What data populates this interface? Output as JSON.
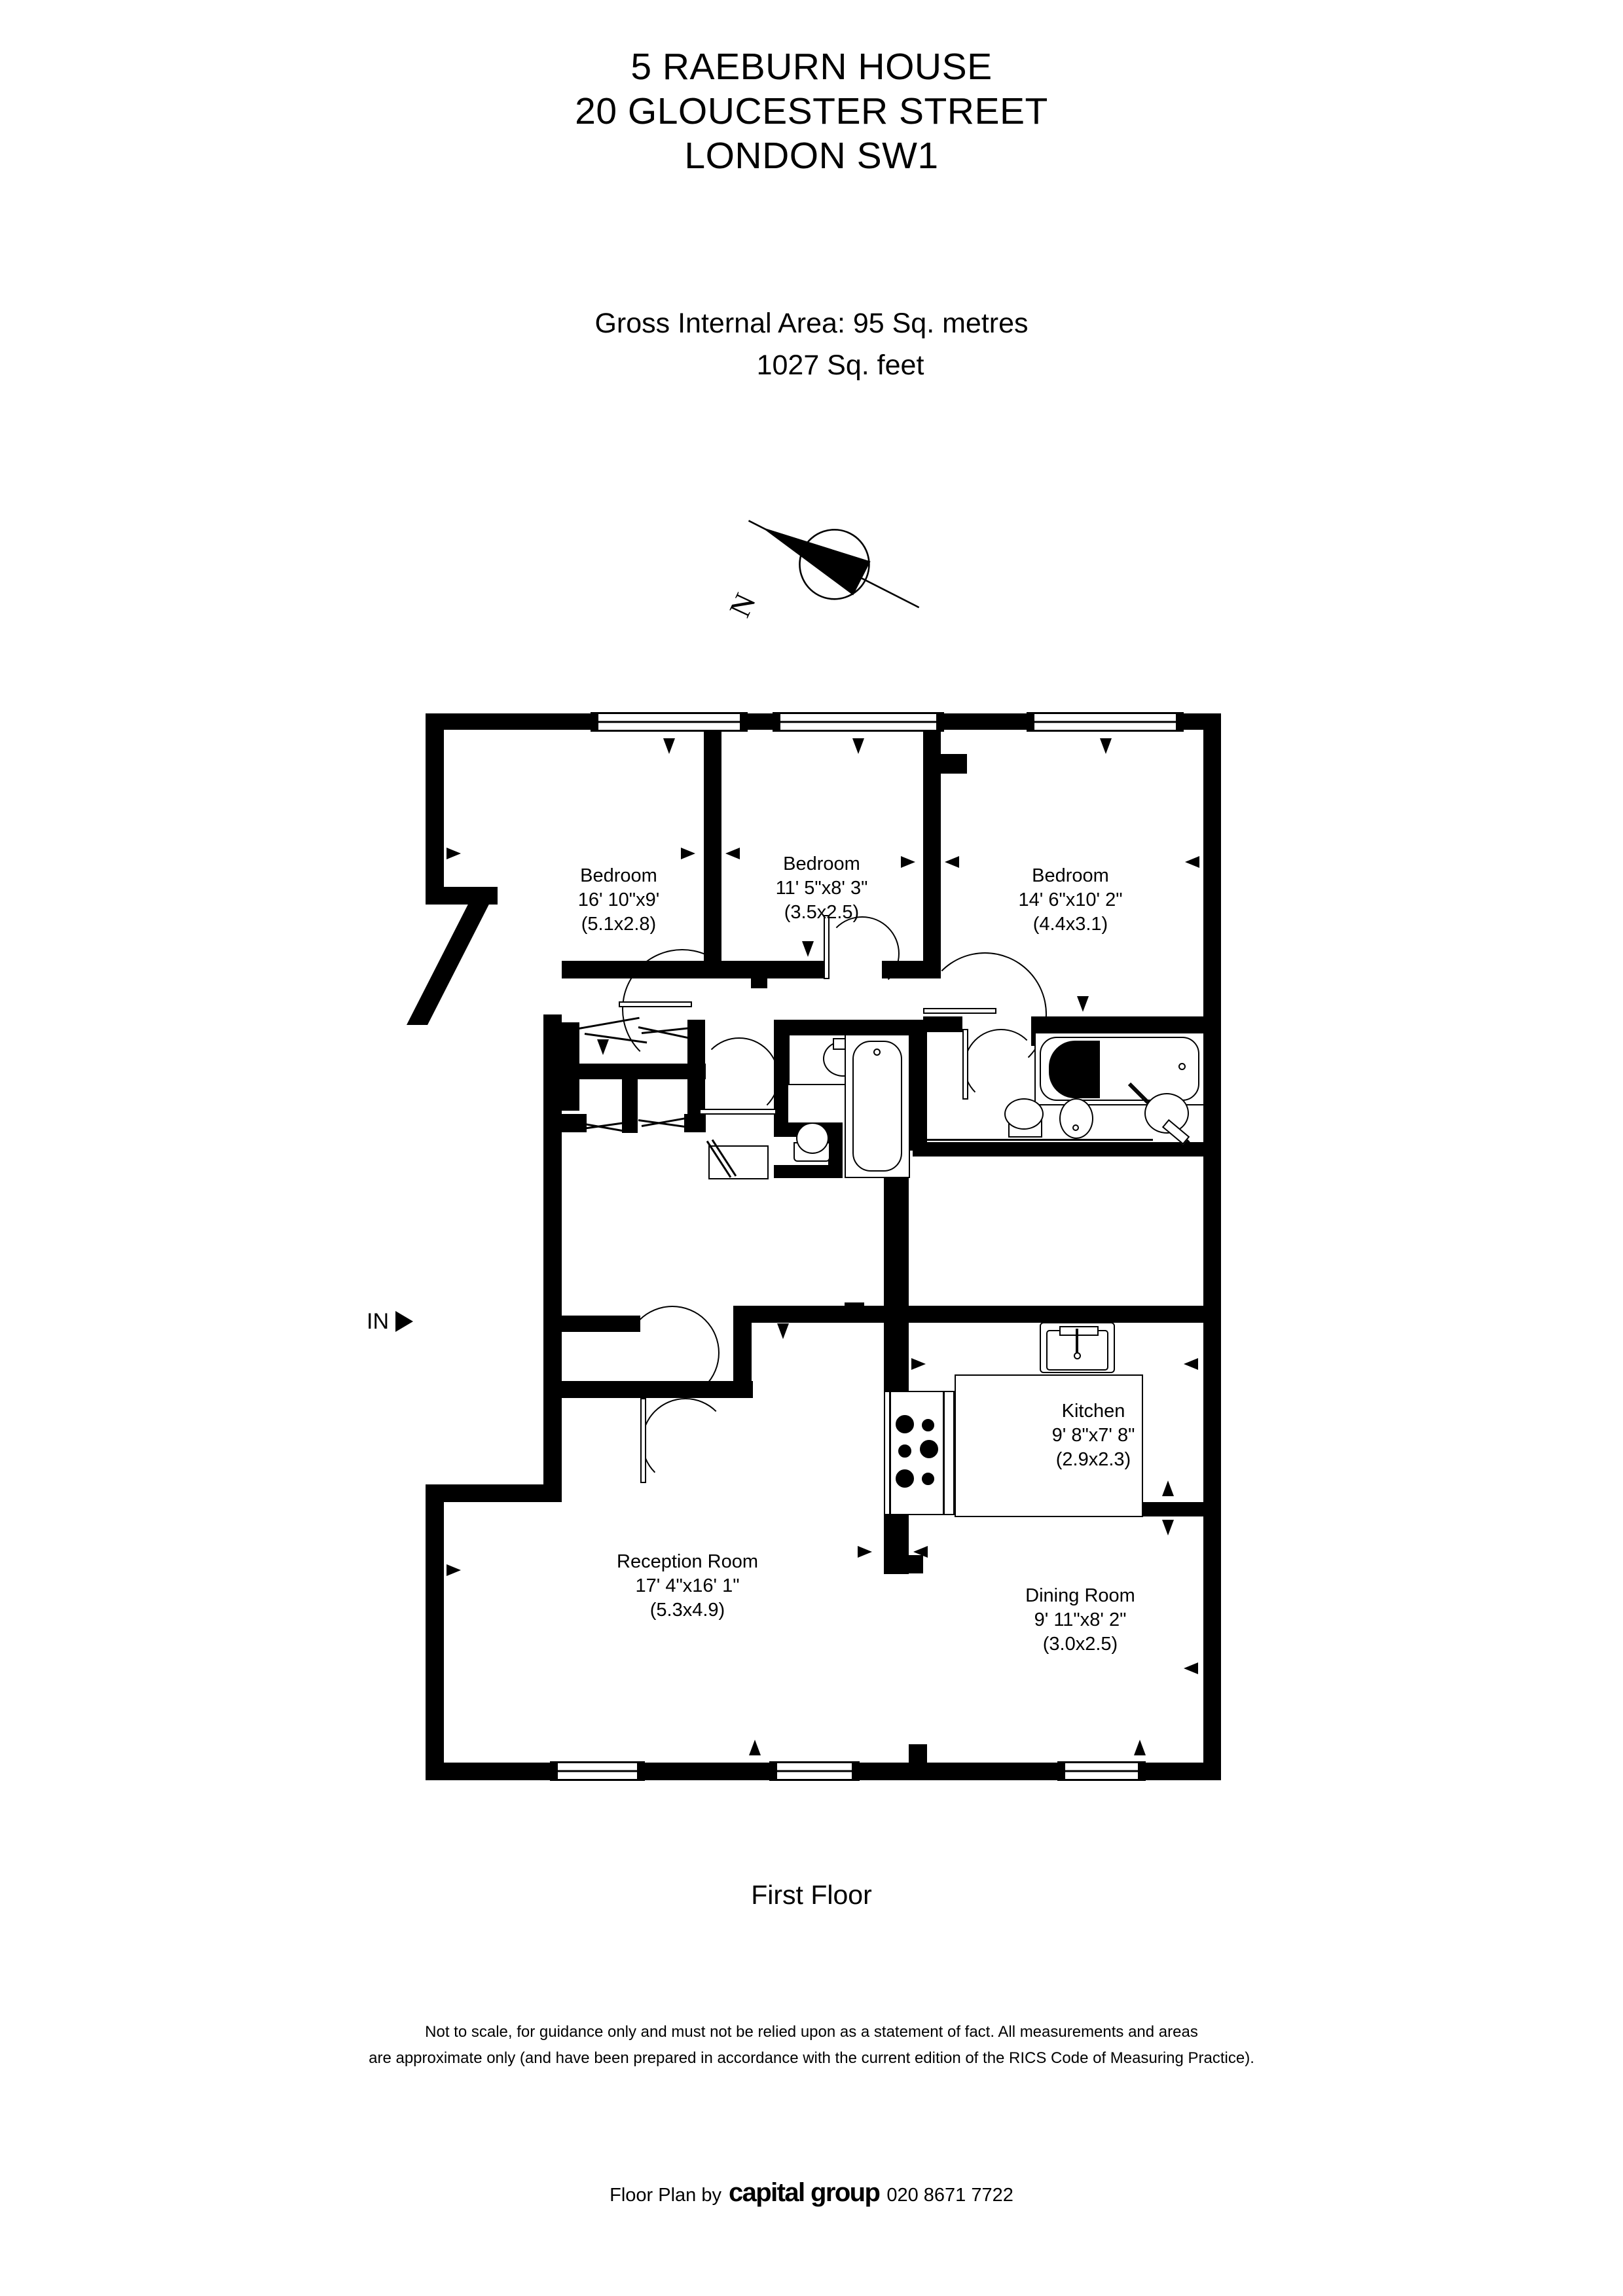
{
  "header": {
    "title_lines": [
      "5 RAEBURN HOUSE",
      "20 GLOUCESTER STREET",
      "LONDON SW1"
    ],
    "area_line_1": "Gross Internal Area: 95 Sq. metres",
    "area_line_2": "1027 Sq. feet"
  },
  "compass": {
    "label": "N",
    "name": "north-arrow"
  },
  "plan": {
    "entrance_label": "IN",
    "floor_label": "First Floor",
    "rooms": [
      {
        "key": "bedroom-1",
        "name": "Bedroom",
        "imperial": "16' 10\"x9'",
        "metric": "(5.1x2.8)"
      },
      {
        "key": "bedroom-2",
        "name": "Bedroom",
        "imperial": "11' 5\"x8' 3\"",
        "metric": "(3.5x2.5)"
      },
      {
        "key": "bedroom-3",
        "name": "Bedroom",
        "imperial": "14' 6\"x10' 2\"",
        "metric": "(4.4x3.1)"
      },
      {
        "key": "kitchen",
        "name": "Kitchen",
        "imperial": "9' 8\"x7' 8\"",
        "metric": "(2.9x2.3)"
      },
      {
        "key": "reception",
        "name": "Reception Room",
        "imperial": "17' 4\"x16' 1\"",
        "metric": "(5.3x4.9)"
      },
      {
        "key": "dining",
        "name": "Dining Room",
        "imperial": "9' 11\"x8' 2\"",
        "metric": "(3.0x2.5)"
      }
    ],
    "fixtures": [
      "bath-tub",
      "shower-bath",
      "wc-toilet",
      "wc-toilet-2",
      "bidet",
      "wash-basin",
      "wash-basin-2",
      "kitchen-sink",
      "hob-cooker",
      "wardrobe-cupboard"
    ]
  },
  "footer": {
    "disclaimer_line_1": "Not to scale, for guidance only and must not be relied upon as a statement of fact.  All measurements and areas",
    "disclaimer_line_2": "are approximate only (and have been prepared in accordance with the current edition of the RICS Code of Measuring Practice).",
    "credit_prefix": "Floor Plan by",
    "credit_brand": "capital group",
    "credit_phone": "020 8671 7722"
  },
  "colors": {
    "ink": "#000000",
    "paper": "#ffffff"
  }
}
